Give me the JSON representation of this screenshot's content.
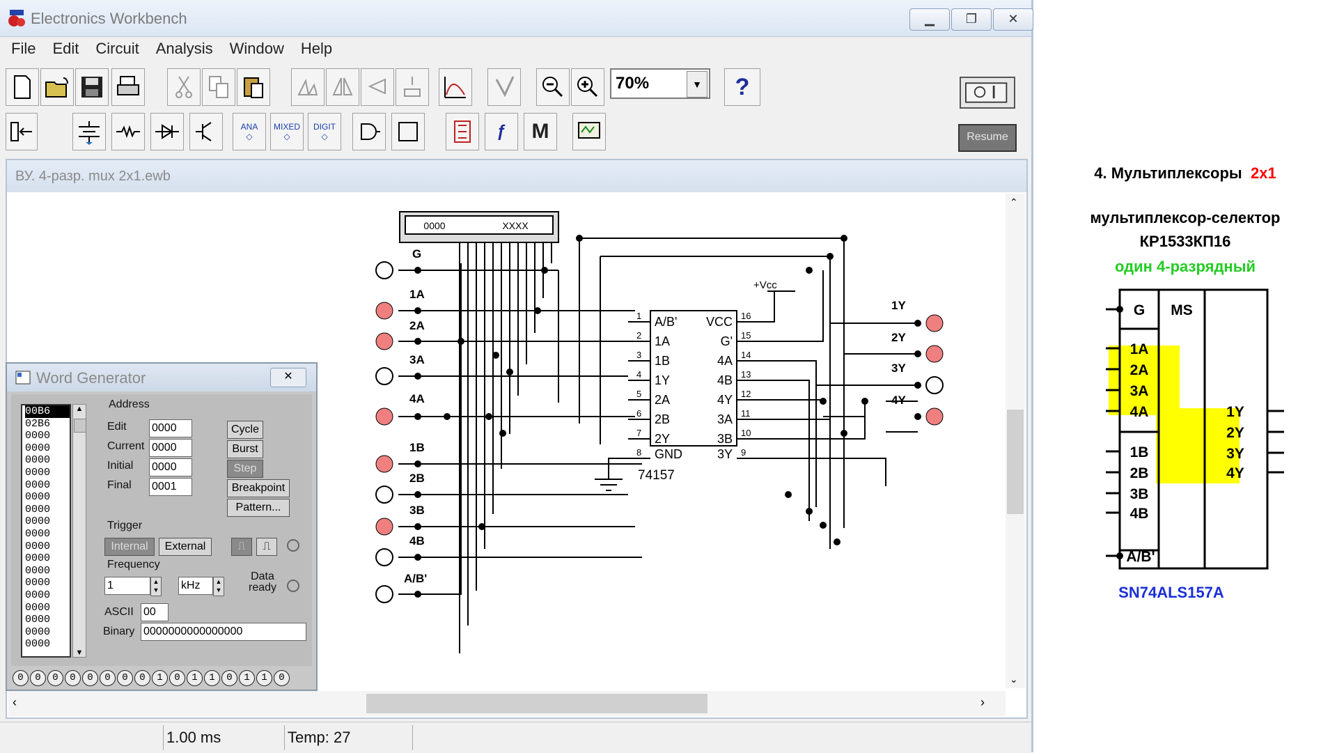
{
  "window": {
    "title": "Electronics Workbench",
    "controls": [
      "▁",
      "❐",
      "✕"
    ]
  },
  "menu": [
    "File",
    "Edit",
    "Circuit",
    "Analysis",
    "Window",
    "Help"
  ],
  "toolbar": {
    "zoom": "70%",
    "help": "?",
    "resume": "Resume",
    "parts_labels": {
      "ana": "ANA",
      "mixed": "MIXED",
      "digit": "DIGIT",
      "m": "M"
    }
  },
  "document": {
    "title": "ВУ. 4-разр. mux 2x1.ewb"
  },
  "circuit": {
    "probe_display": {
      "left": "0000",
      "right": "XXXX"
    },
    "inputs": [
      "G",
      "1A",
      "2A",
      "3A",
      "4A",
      "1B",
      "2B",
      "3B",
      "4B",
      "A/B'"
    ],
    "outputs": [
      "1Y",
      "2Y",
      "3Y",
      "4Y"
    ],
    "vcc": "+Vcc",
    "chip_name": "74157",
    "chip_pins_left": [
      {
        "num": "1",
        "name": "A/B'"
      },
      {
        "num": "2",
        "name": "1A"
      },
      {
        "num": "3",
        "name": "1B"
      },
      {
        "num": "4",
        "name": "1Y"
      },
      {
        "num": "5",
        "name": "2A"
      },
      {
        "num": "6",
        "name": "2B"
      },
      {
        "num": "7",
        "name": "2Y"
      },
      {
        "num": "8",
        "name": "GND"
      }
    ],
    "chip_pins_right": [
      {
        "num": "16",
        "name": "VCC"
      },
      {
        "num": "15",
        "name": "G'"
      },
      {
        "num": "14",
        "name": "4A"
      },
      {
        "num": "13",
        "name": "4B"
      },
      {
        "num": "12",
        "name": "4Y"
      },
      {
        "num": "11",
        "name": "3A"
      },
      {
        "num": "10",
        "name": "3B"
      },
      {
        "num": "9",
        "name": "3Y"
      }
    ]
  },
  "word_generator": {
    "title": "Word Generator",
    "close": "✕",
    "words": [
      "00B6",
      "02B6",
      "0000",
      "0000",
      "0000",
      "0000",
      "0000",
      "0000",
      "0000",
      "0000",
      "0000",
      "0000",
      "0000",
      "0000",
      "0000",
      "0000",
      "0000",
      "0000",
      "0000",
      "0000"
    ],
    "address_label": "Address",
    "edit_label": "Edit",
    "edit_value": "0000",
    "current_label": "Current",
    "current_value": "0000",
    "initial_label": "Initial",
    "initial_value": "0000",
    "final_label": "Final",
    "final_value": "0001",
    "cycle": "Cycle",
    "burst": "Burst",
    "step": "Step",
    "breakpoint": "Breakpoint",
    "pattern": "Pattern...",
    "trigger_label": "Trigger",
    "internal": "Internal",
    "external": "External",
    "frequency_label": "Frequency",
    "frequency_value": "1",
    "frequency_unit": "kHz",
    "data_ready": "Data ready",
    "ascii_label": "ASCII",
    "ascii_value": "00",
    "binary_label": "Binary",
    "binary_value": "0000000000000000",
    "bits": [
      "0",
      "0",
      "0",
      "0",
      "0",
      "0",
      "0",
      "0",
      "1",
      "0",
      "1",
      "1",
      "0",
      "1",
      "1",
      "0"
    ]
  },
  "status": {
    "time": "1.00 ms",
    "temp": "Temp:  27"
  },
  "right_panel": {
    "heading": "4. Мультиплексоры",
    "heading_accent": "2x1",
    "subtitle1": "мультиплексор-селектор",
    "subtitle2": "КР1533КП16",
    "subtitle3": "один 4-разрядный",
    "chip_title": "MS",
    "pins_left": [
      "G",
      "1A",
      "2A",
      "3A",
      "4A",
      "1B",
      "2B",
      "3B",
      "4B",
      "A/B'"
    ],
    "pins_right": [
      "1Y",
      "2Y",
      "3Y",
      "4Y"
    ],
    "part_number": "SN74ALS157A",
    "colors": {
      "accent": "#ff0000",
      "green": "#22cc22",
      "blue": "#1a2fd8",
      "highlight": "#ffff00"
    }
  }
}
